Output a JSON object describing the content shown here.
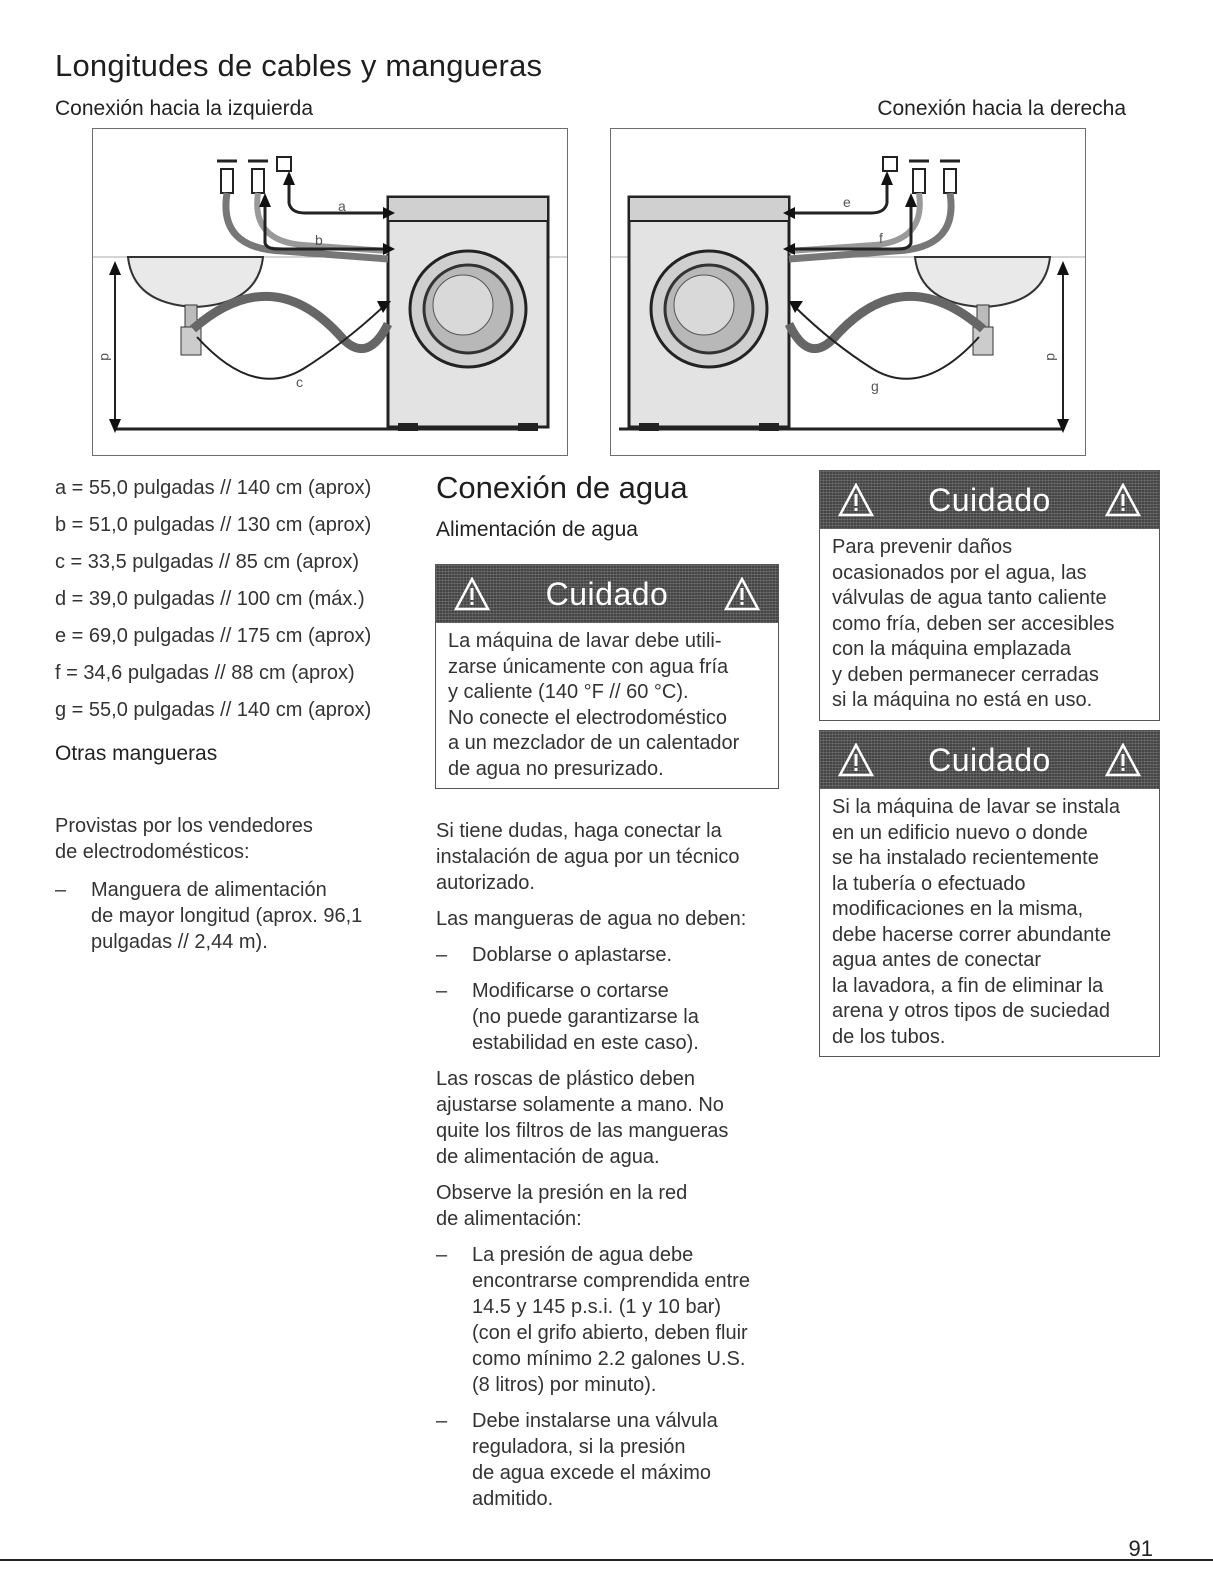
{
  "header": {
    "title": "Longitudes de cables y mangueras",
    "left_subtitle": "Conexión hacia la izquierda",
    "right_subtitle": "Conexión hacia la derecha"
  },
  "figure_left": {
    "labels": [
      "a",
      "b",
      "c",
      "d"
    ]
  },
  "figure_right": {
    "labels": [
      "e",
      "f",
      "g",
      "d"
    ]
  },
  "dimensions": [
    "a = 55,0 pulgadas // 140 cm (aprox)",
    "b = 51,0 pulgadas // 130 cm (aprox)",
    "c = 33,5 pulgadas // 85 cm (aprox)",
    "d = 39,0 pulgadas // 100 cm (máx.)",
    "e = 69,0 pulgadas // 175 cm (aprox)",
    "f = 34,6 pulgadas // 88 cm (aprox)",
    "g = 55,0 pulgadas // 140 cm (aprox)"
  ],
  "other_hoses": {
    "heading": "Otras mangueras",
    "paragraph": [
      "Provistas por los vendedores",
      "de electrodomésticos:"
    ],
    "items": [
      [
        "Manguera de alimentación",
        "de mayor longitud (aprox. 96,1",
        "pulgadas // 2,44 m)."
      ]
    ]
  },
  "water": {
    "heading": "Conexión de agua",
    "subheading": "Alimentación de agua",
    "caution": {
      "label": "Cuidado",
      "lines": [
        "La máquina de lavar debe utili-",
        "zarse únicamente con agua fría",
        "y caliente (140 °F // 60 °C).",
        "No conecte el electrodoméstico",
        "a un mezclador de un calentador",
        "de agua no presurizado."
      ]
    },
    "p1": [
      "Si tiene dudas, haga conectar la",
      "instalación de agua por un técnico",
      "autorizado."
    ],
    "p2": [
      "Las mangueras de agua no deben:"
    ],
    "list1": [
      [
        "Doblarse o aplastarse."
      ],
      [
        "Modificarse o cortarse",
        "(no puede garantizarse la",
        "estabilidad en este caso)."
      ]
    ],
    "p3": [
      "Las roscas de plástico deben",
      "ajustarse solamente a mano. No",
      "quite los filtros de las mangueras",
      "de alimentación de agua."
    ],
    "p4": [
      "Observe la presión en la red",
      "de alimentación:"
    ],
    "list2": [
      [
        "La presión de agua debe",
        "encontrarse comprendida entre",
        "14.5 y 145 p.s.i. (1 y 10 bar)",
        "(con el grifo abierto, deben fluir",
        "como mínimo 2.2 galones U.S.",
        "(8 litros) por minuto)."
      ],
      [
        "Debe instalarse una válvula",
        "reguladora, si la presión",
        "de agua excede el máximo",
        "admitido."
      ]
    ]
  },
  "caution_right_1": {
    "label": "Cuidado",
    "lines": [
      "Para prevenir daños",
      "ocasionados por el agua, las",
      "válvulas de agua tanto caliente",
      "como fría, deben ser accesibles",
      "con la máquina emplazada",
      "y deben permanecer cerradas",
      "si la máquina no está en uso."
    ]
  },
  "caution_right_2": {
    "label": "Cuidado",
    "lines": [
      "Si la máquina de lavar se instala",
      "en un edificio nuevo o donde",
      "se ha instalado recientemente",
      "la tubería o efectuado",
      "modificaciones en la misma,",
      "debe hacerse correr abundante",
      "agua antes de conectar",
      "la lavadora, a fin de eliminar la",
      "arena y otros tipos de suciedad",
      "de los tubos."
    ]
  },
  "dash": "–",
  "page_number": "91"
}
